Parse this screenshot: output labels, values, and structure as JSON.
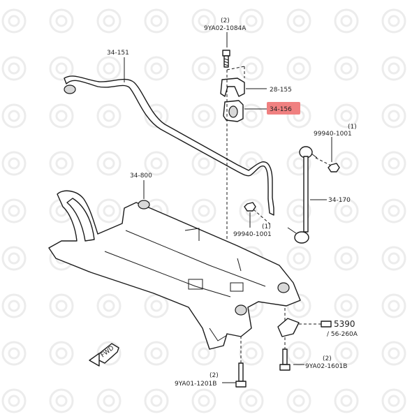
{
  "diagram": {
    "highlight_color": "#f08080",
    "parts": [
      {
        "id": "bolt-top",
        "qty": "(2)",
        "code": "9YA02-1084A"
      },
      {
        "id": "stabilizer-bar",
        "code": "34-151"
      },
      {
        "id": "bracket",
        "code": "28-155"
      },
      {
        "id": "bushing",
        "code": "34-156",
        "highlighted": true
      },
      {
        "id": "nut-right",
        "qty": "(1)",
        "code": "99940-1001"
      },
      {
        "id": "crossmember",
        "code": "34-800"
      },
      {
        "id": "control-link",
        "code": "34-170"
      },
      {
        "id": "nut-lower",
        "qty": "(1)",
        "code": "99940-1001"
      },
      {
        "id": "sensor",
        "code": "5390",
        "sub": "/ 56-260A"
      },
      {
        "id": "bolt-bottom-left",
        "qty": "(2)",
        "code": "9YA01-1201B"
      },
      {
        "id": "bolt-bottom-right",
        "qty": "(2)",
        "code": "9YA02-1601B"
      }
    ],
    "fwd_label": "FWD"
  }
}
